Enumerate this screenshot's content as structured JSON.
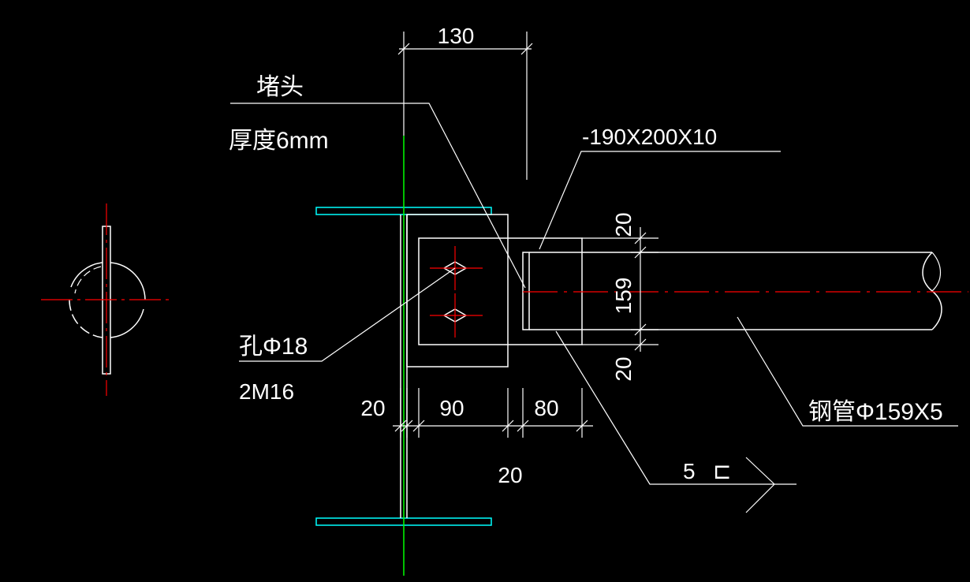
{
  "drawing": {
    "colors": {
      "background": "#000000",
      "geometry": "#ffffff",
      "centerline": "#ff0000",
      "axis": "#00ff00",
      "flange": "#00ffff"
    },
    "labels": {
      "cap_name": "堵头",
      "cap_thickness": "厚度6mm",
      "plate_spec": "-190X200X10",
      "hole_spec": "孔Φ18",
      "bolt_spec": "2M16",
      "pipe_spec": "钢管Φ159X5",
      "weld_size": "5",
      "weld_symbol": "⊏"
    },
    "dimensions": {
      "top_width": "130",
      "left_edge": "20",
      "bolt_span": "90",
      "gap_lower": "20",
      "plate_end": "80",
      "pipe_top_offset": "20",
      "pipe_diameter": "159",
      "pipe_bottom_offset": "20"
    }
  }
}
